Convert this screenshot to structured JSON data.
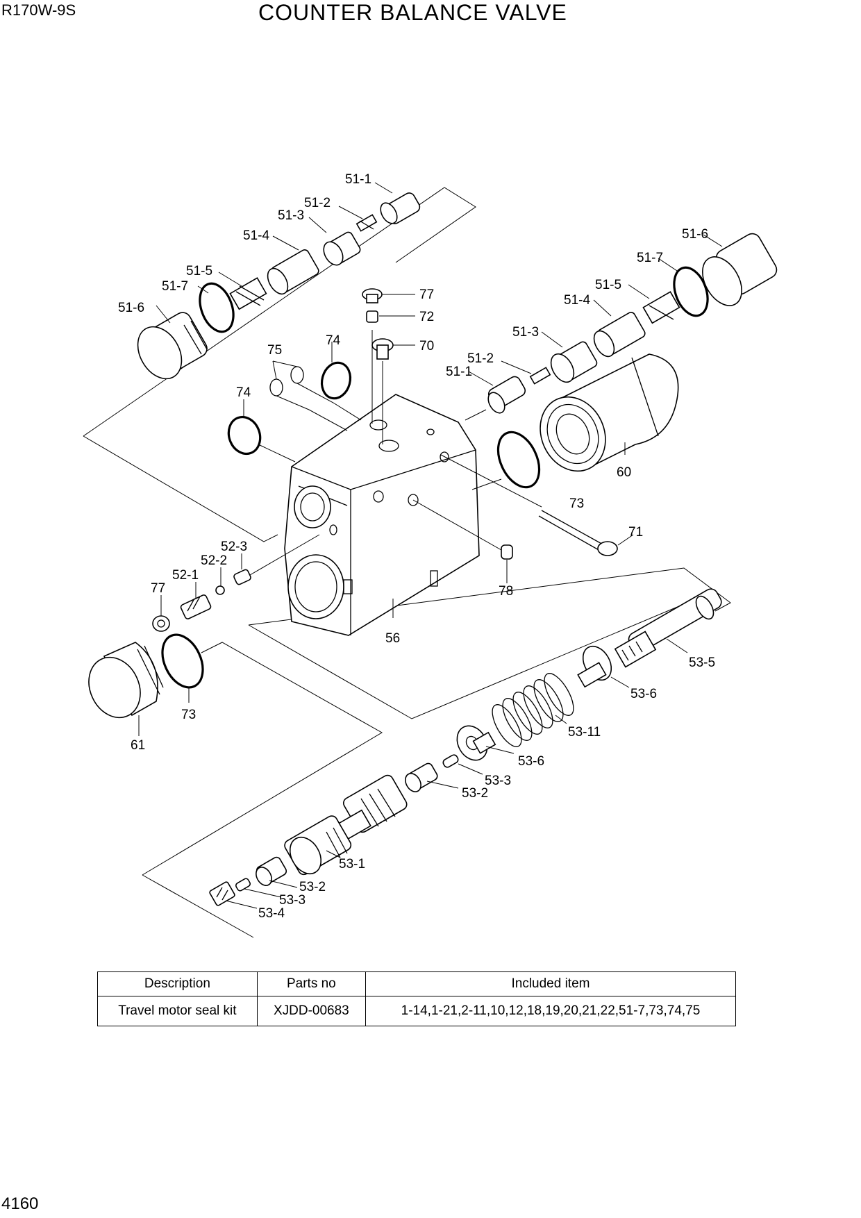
{
  "header": {
    "model": "R170W-9S",
    "title": "COUNTER BALANCE VALVE"
  },
  "footer": {
    "page_number": "4160"
  },
  "diagram": {
    "callouts": {
      "c51_1_top": "51-1",
      "c51_2_top": "51-2",
      "c51_3_top": "51-3",
      "c51_4_top": "51-4",
      "c51_5_top": "51-5",
      "c51_7_top": "51-7",
      "c51_6_top": "51-6",
      "c51_6_right": "51-6",
      "c51_7_right": "51-7",
      "c51_5_right": "51-5",
      "c51_4_right": "51-4",
      "c51_3_right": "51-3",
      "c51_2_right": "51-2",
      "c51_1_right": "51-1",
      "c77_top": "77",
      "c72": "72",
      "c70": "70",
      "c75": "75",
      "c74_a": "74",
      "c74_b": "74",
      "c60": "60",
      "c73_right": "73",
      "c71": "71",
      "c78": "78",
      "c56": "56",
      "c52_3": "52-3",
      "c52_2": "52-2",
      "c52_1": "52-1",
      "c77_left": "77",
      "c73_left": "73",
      "c61": "61",
      "c53_5": "53-5",
      "c53_6_a": "53-6",
      "c53_11": "53-11",
      "c53_6_b": "53-6",
      "c53_3_a": "53-3",
      "c53_2_a": "53-2",
      "c53_1": "53-1",
      "c53_2_b": "53-2",
      "c53_3_b": "53-3",
      "c53_4": "53-4"
    }
  },
  "parts_table": {
    "headers": {
      "description": "Description",
      "parts_no": "Parts no",
      "included": "Included item"
    },
    "rows": [
      {
        "description": "Travel motor seal kit",
        "parts_no": "XJDD-00683",
        "included": "1-14,1-21,2-11,10,12,18,19,20,21,22,51-7,73,74,75"
      }
    ]
  }
}
